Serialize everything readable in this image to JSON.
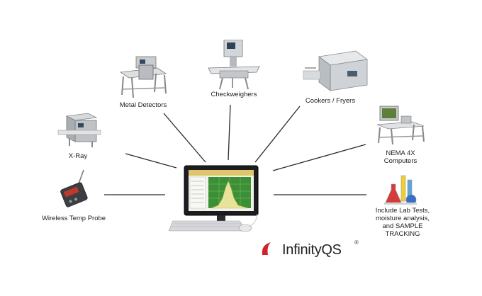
{
  "diagram": {
    "nodes": {
      "metal_detectors": "Metal Detectors",
      "checkweighers": "Checkweighers",
      "cookers_fryers": "Cookers / Fryers",
      "xray": "X-Ray",
      "nema_line1": "NEMA 4X",
      "nema_line2": "Computers",
      "wireless_probe": "Wireless Temp Probe",
      "lab_line1": "Include Lab Tests,",
      "lab_line2": "moisture analysis,",
      "lab_line3": "and SAMPLE",
      "lab_line4": "TRACKING"
    },
    "logo": {
      "name": "InfinityQS",
      "reg": "®"
    }
  }
}
